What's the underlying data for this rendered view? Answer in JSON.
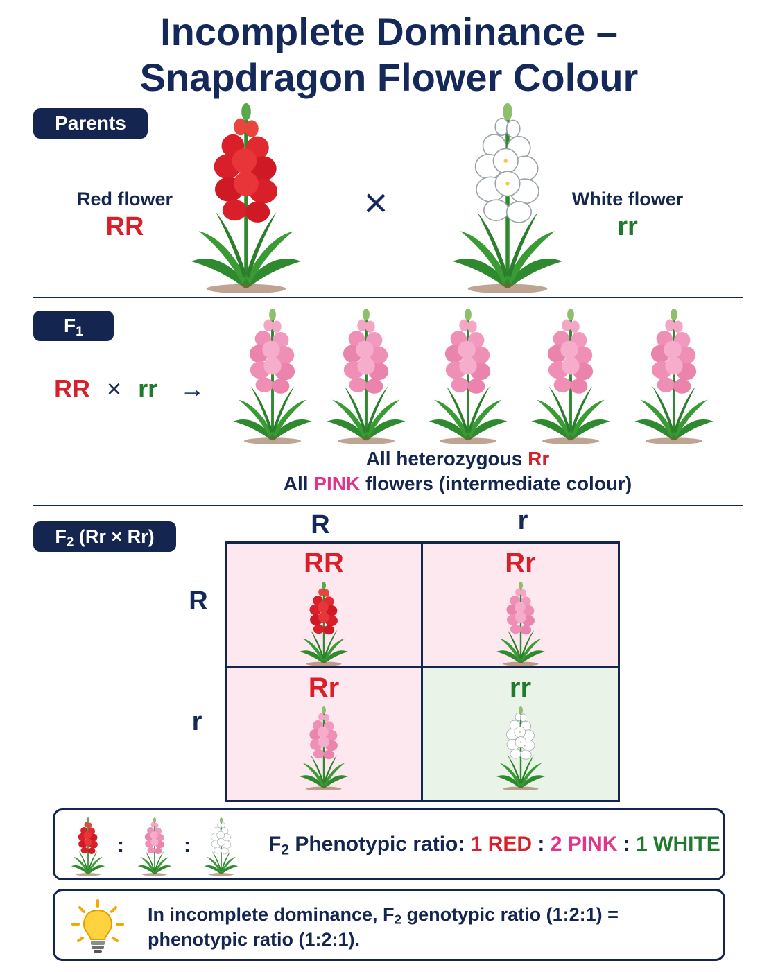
{
  "title": {
    "line1": "Incomplete Dominance –",
    "line2": "Snapdragon Flower Colour"
  },
  "parents": {
    "pill": "Parents",
    "left_label": "Red flower",
    "left_genotype": "RR",
    "cross_symbol": "×",
    "right_label": "White flower",
    "right_genotype": "rr"
  },
  "f1": {
    "pill_base": "F",
    "pill_sub": "1",
    "cross_left": "RR",
    "cross_symbol": "×",
    "cross_right": "rr",
    "arrow": "→",
    "line1_prefix": "All heterozygous ",
    "line1_genotype": "Rr",
    "line2_prefix": "All ",
    "line2_highlight": "PINK",
    "line2_suffix": " flowers (intermediate colour)"
  },
  "f2": {
    "pill_base": "F",
    "pill_sub": "2",
    "pill_suffix": " (Rr × Rr)",
    "col_headers": [
      "R",
      "r"
    ],
    "row_headers": [
      "R",
      "r"
    ],
    "cells": [
      {
        "genotype": "RR",
        "flower": "red"
      },
      {
        "genotype": "Rr",
        "flower": "pink"
      },
      {
        "genotype": "Rr",
        "flower": "pink"
      },
      {
        "genotype": "rr",
        "flower": "white"
      }
    ]
  },
  "ratio": {
    "colon": ":",
    "label_base": "F",
    "label_sub": "2",
    "label_suffix": " Phenotypic ratio: ",
    "red": "1 RED",
    "sep": " : ",
    "pink": "2 PINK",
    "white": "1 WHITE"
  },
  "tip": {
    "line1_prefix": "In incomplete dominance, F",
    "line1_sub": "2",
    "line1_suffix": " genotypic ratio (1:2:1) =",
    "line2": "phenotypic ratio (1:2:1)."
  },
  "colors": {
    "navy": "#14264f",
    "red": "#d91f2a",
    "pink": "#e0358b",
    "green": "#1f7a2e",
    "cell_pink_bg": "#fce8ee",
    "cell_green_bg": "#eaf3e8"
  },
  "icons": [
    "red-snapdragon-icon",
    "white-snapdragon-icon",
    "pink-snapdragon-icon",
    "lightbulb-icon"
  ]
}
